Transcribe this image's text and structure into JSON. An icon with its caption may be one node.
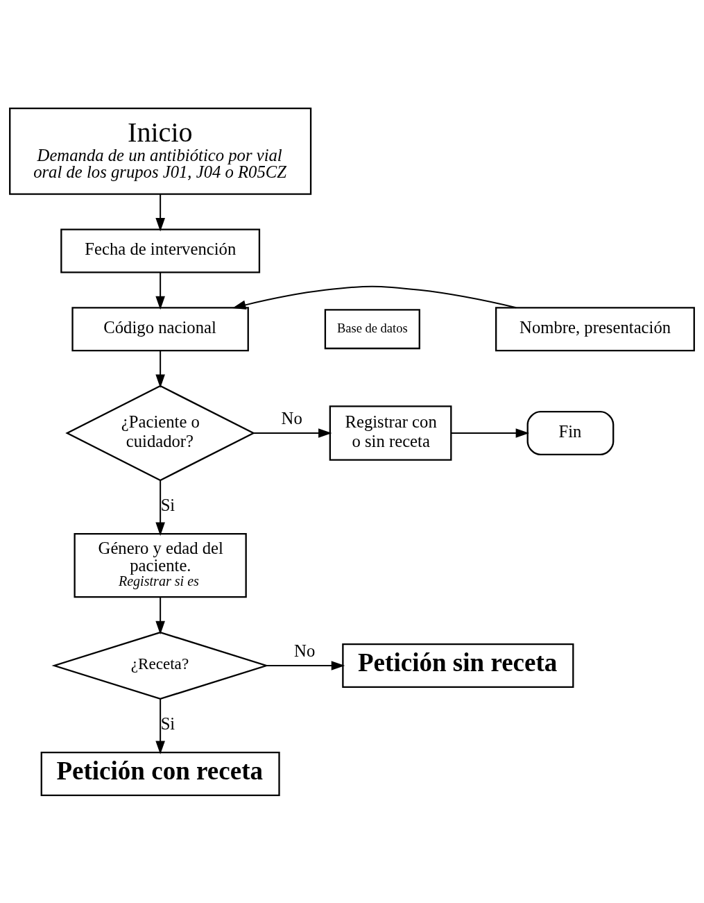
{
  "diagram": {
    "nodes": [
      {
        "text": [
          "Inicio",
          "Demanda de un antibiótico por vial oral de los grupos J01, J04 o R05CZ"
        ]
      },
      {
        "text": [
          "Fecha de intervención"
        ]
      },
      {
        "text": [
          "Código nacional"
        ]
      },
      {
        "text": [
          "Base de datos"
        ]
      },
      {
        "text": [
          "Nombre, presentación"
        ]
      },
      {
        "text": [
          "¿Paciente o cuidador?"
        ]
      },
      {
        "text": [
          "Registrar con o sin receta"
        ]
      },
      {
        "text": [
          "Fin"
        ]
      },
      {
        "text": [
          "Género y edad del paciente.",
          "Registrar si es"
        ]
      },
      {
        "text": [
          "¿Receta?"
        ]
      },
      {
        "text": [
          "Petición sin receta"
        ]
      },
      {
        "text": [
          "Petición con receta"
        ]
      }
    ],
    "edges": [
      {
        "from": 0,
        "to": 1,
        "arrow": "to"
      },
      {
        "from": 1,
        "to": 2,
        "arrow": "to"
      },
      {
        "from": 4,
        "to": 2,
        "arrow": "to"
      },
      {
        "from": 2,
        "to": 5,
        "arrow": "to"
      },
      {
        "from": 5,
        "to": 6,
        "label": "No",
        "arrow": "to"
      },
      {
        "from": 6,
        "to": 7,
        "arrow": "to"
      },
      {
        "from": 5,
        "to": 8,
        "label": "Si",
        "arrow": "to"
      },
      {
        "from": 8,
        "to": 9,
        "arrow": "to"
      },
      {
        "from": 9,
        "to": 10,
        "label": "No",
        "arrow": "to"
      },
      {
        "from": 9,
        "to": 11,
        "label": "Si",
        "arrow": "to"
      }
    ]
  }
}
